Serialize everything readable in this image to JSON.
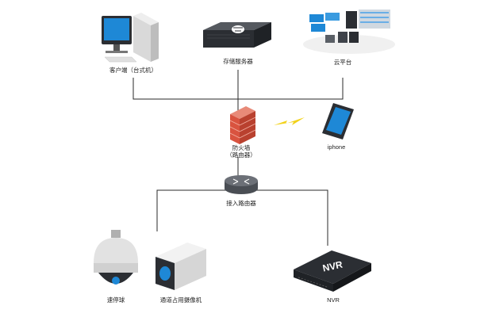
{
  "nodes": {
    "desktop_client": {
      "label": "客户端（台式机）"
    },
    "storage_server": {
      "label": "存储服务器"
    },
    "cloud_platform": {
      "label": "云平台"
    },
    "firewall": {
      "label_line1": "防火墙",
      "label_line2": "（路由器）"
    },
    "phone": {
      "label": "iphone"
    },
    "access_router": {
      "label": "接入路由器"
    },
    "speed_dome": {
      "label": "速停球"
    },
    "bullet_camera": {
      "label": "通道占用摄像机"
    },
    "nvr": {
      "label": "NVR",
      "device_text": "NVR"
    }
  },
  "colors": {
    "line": "#2a2a2a",
    "screen_blue": "#1e88d6",
    "firewall_red": "#d9533f",
    "device_dark": "#2b2e33",
    "lightning": "#f2d21b"
  }
}
